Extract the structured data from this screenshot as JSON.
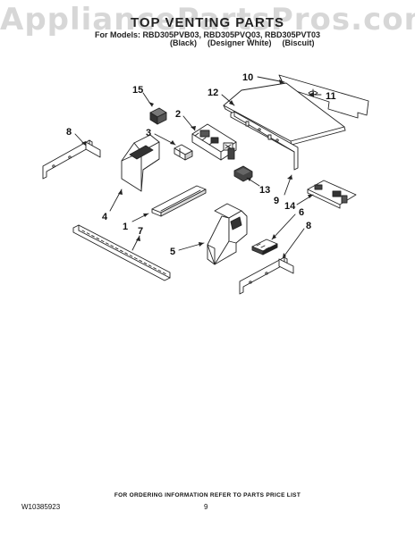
{
  "watermark": "AppliancePartsPros.com",
  "header": {
    "title": "TOP VENTING PARTS",
    "models": "For Models: RBD305PVB03, RBD305PVQ03, RBD305PVT03",
    "variants": [
      "(Black)",
      "(Designer White)",
      "(Biscuit)"
    ]
  },
  "callouts": [
    {
      "key": "c1",
      "label": "1"
    },
    {
      "key": "c2",
      "label": "2"
    },
    {
      "key": "c3",
      "label": "3"
    },
    {
      "key": "c4",
      "label": "4"
    },
    {
      "key": "c5",
      "label": "5"
    },
    {
      "key": "c6",
      "label": "6"
    },
    {
      "key": "c7",
      "label": "7"
    },
    {
      "key": "c8a",
      "label": "8"
    },
    {
      "key": "c8b",
      "label": "8"
    },
    {
      "key": "c9",
      "label": "9"
    },
    {
      "key": "c10",
      "label": "10"
    },
    {
      "key": "c11",
      "label": "11"
    },
    {
      "key": "c12",
      "label": "12"
    },
    {
      "key": "c13",
      "label": "13"
    },
    {
      "key": "c14",
      "label": "14"
    },
    {
      "key": "c15",
      "label": "15"
    }
  ],
  "footer": {
    "note": "FOR ORDERING INFORMATION REFER TO PARTS PRICE LIST",
    "doc_number": "W10385923",
    "page_number": "9"
  }
}
